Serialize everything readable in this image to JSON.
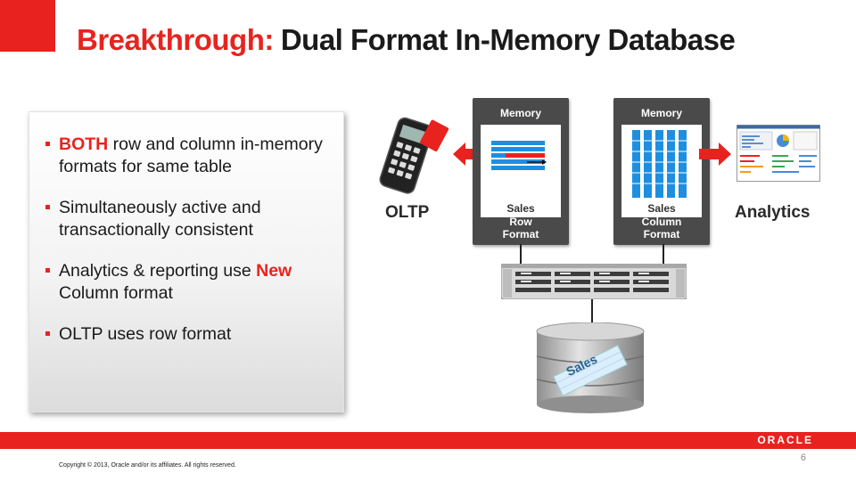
{
  "title": {
    "highlight": "Breakthrough:",
    "rest": "Dual Format In-Memory Database"
  },
  "bullets": [
    {
      "strong": "BOTH",
      "text": " row and column in-memory formats for same table"
    },
    {
      "text": "Simultaneously active and transactionally consistent"
    },
    {
      "text_before": "Analytics & reporting use ",
      "strong": "New",
      "text_after": " Column format"
    },
    {
      "text": "OLTP uses row format"
    }
  ],
  "diagram": {
    "row_panel": {
      "title": "Memory",
      "table_label": "Sales",
      "format_line1": "Row",
      "format_line2": "Format"
    },
    "column_panel": {
      "title": "Memory",
      "table_label": "Sales",
      "format_line1": "Column",
      "format_line2": "Format"
    },
    "oltp_label": "OLTP",
    "analytics_label": "Analytics",
    "disk_label": "Sales"
  },
  "footer": {
    "logo": "ORACLE",
    "copyright": "Copyright © 2013, Oracle and/or its affiliates. All rights reserved.",
    "page_number": "6"
  },
  "colors": {
    "accent": "#e8231f",
    "panel": "#4a4a4a",
    "row_highlight": "#1e8fe0",
    "column_blue": "#1e8fe0"
  }
}
